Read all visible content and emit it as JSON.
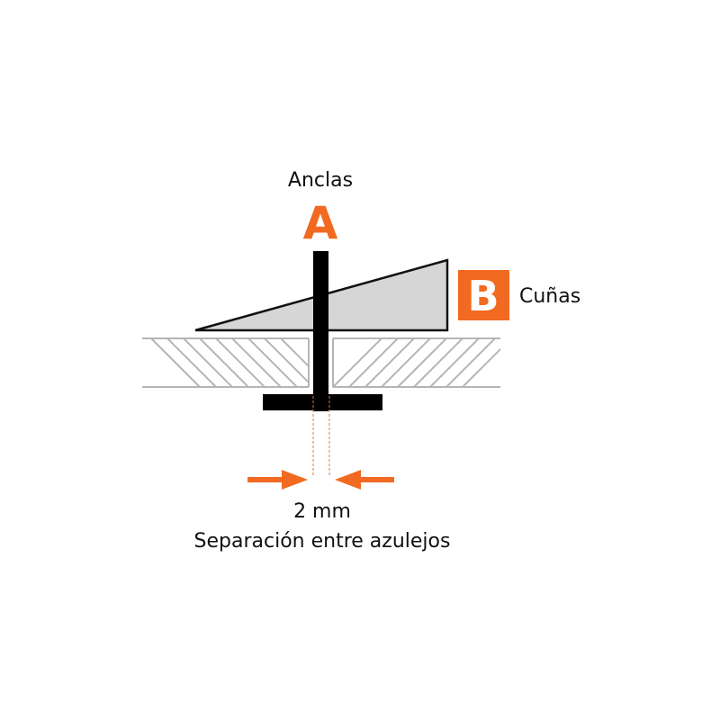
{
  "anchor": {
    "title": "Anclas",
    "letter": "A"
  },
  "wedge": {
    "title": "Cuñas",
    "letter": "B"
  },
  "gap": {
    "value": "2 mm",
    "caption": "Separación entre azulejos"
  },
  "colors": {
    "accent": "#F26A21",
    "wedge_fill": "#d6d6d6",
    "tile_line": "#b5b5b5",
    "black": "#000000"
  }
}
